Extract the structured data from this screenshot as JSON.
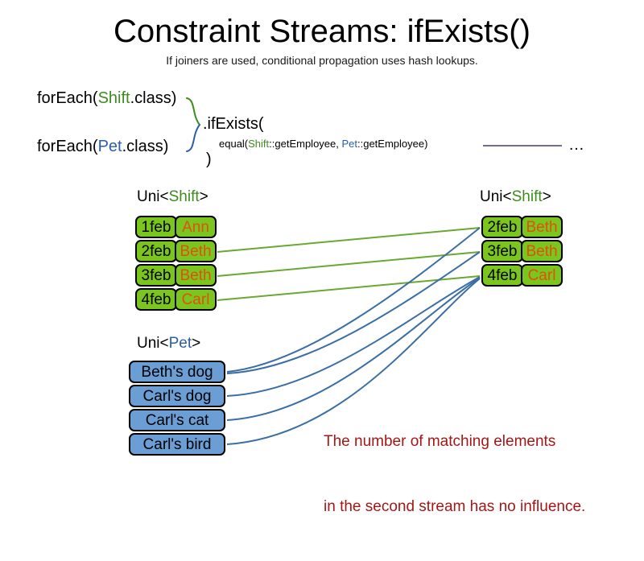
{
  "slide": {
    "title": "Constraint Streams: ifExists()",
    "subtitle": "If joiners are used, conditional propagation uses hash lookups."
  },
  "code": {
    "foreach_shift_prefix": "forEach(",
    "foreach_shift_class": "Shift",
    "foreach_shift_suffix": ".class)",
    "foreach_pet_prefix": "forEach(",
    "foreach_pet_class": "Pet",
    "foreach_pet_suffix": ".class)",
    "ifexists": ".ifExists(",
    "close_paren": ")",
    "equal_prefix": "equal(",
    "equal_shift_class": "Shift",
    "equal_shift_method": "::getEmployee, ",
    "equal_pet_class": "Pet",
    "equal_pet_method": "::getEmployee)",
    "tail_ellipsis": "…"
  },
  "streams": {
    "left_shift_label_prefix": "Uni<",
    "left_shift_label_type": "Shift",
    "left_shift_label_suffix": ">",
    "right_shift_label_prefix": "Uni<",
    "right_shift_label_type": "Shift",
    "right_shift_label_suffix": ">",
    "pet_label_prefix": "Uni<",
    "pet_label_type": "Pet",
    "pet_label_suffix": ">",
    "left_shifts": [
      {
        "date": "1feb",
        "employee": "Ann"
      },
      {
        "date": "2feb",
        "employee": "Beth"
      },
      {
        "date": "3feb",
        "employee": "Beth"
      },
      {
        "date": "4feb",
        "employee": "Carl"
      }
    ],
    "right_shifts": [
      {
        "date": "2feb",
        "employee": "Beth"
      },
      {
        "date": "3feb",
        "employee": "Beth"
      },
      {
        "date": "4feb",
        "employee": "Carl"
      }
    ],
    "pets": [
      {
        "name": "Beth's dog"
      },
      {
        "name": "Carl's dog"
      },
      {
        "name": "Carl's cat"
      },
      {
        "name": "Carl's bird"
      }
    ]
  },
  "annotation": {
    "line1": "The number of matching elements",
    "line2": "in the second stream has no influence."
  },
  "colors": {
    "shift_green": "#7ac61e",
    "pet_blue": "#6a9ed4",
    "employee_orange": "#e05010",
    "class_shift_green": "#3d8c20",
    "class_pet_blue": "#2a5fa8",
    "link_green": "#6aa832",
    "link_blue": "#3a6ea5",
    "tail_purple": "#7b6a8c",
    "annotation_red": "#a51717"
  }
}
